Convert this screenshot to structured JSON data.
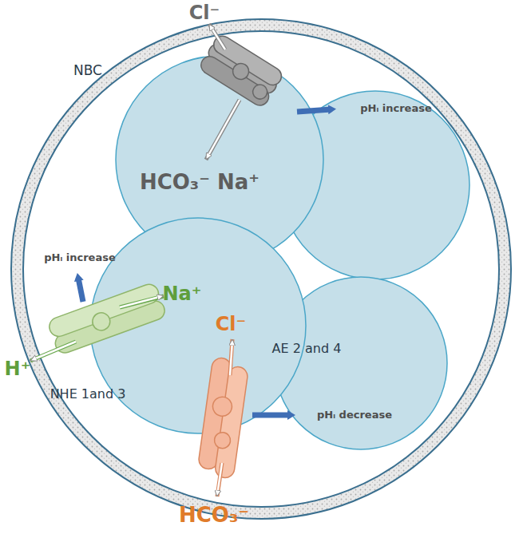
{
  "diagram": {
    "labels": [
      "Cl⁻",
      "NBC",
      "pHᵢ increase",
      "HCO₃⁻ Na⁺",
      "pHᵢ increase",
      "Na⁺",
      "H⁺",
      "NHE 1and 3",
      "Cl⁻",
      "AE 2 and 4",
      "pHᵢ decrease",
      "HCO₃⁻"
    ]
  }
}
